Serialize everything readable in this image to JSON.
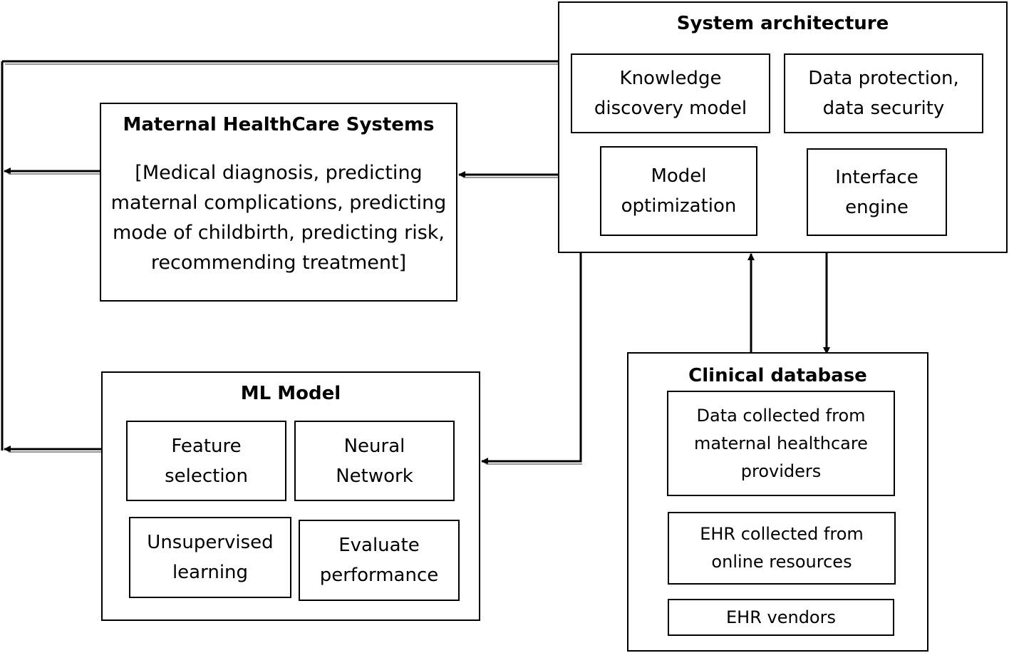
{
  "diagram": {
    "system_architecture": {
      "title": "System architecture",
      "items": [
        "Knowledge\ndiscovery model",
        "Data protection,\ndata security",
        "Model\noptimization",
        "Interface\nengine"
      ]
    },
    "maternal_healthcare": {
      "title": "Maternal HealthCare Systems",
      "description": "[Medical diagnosis, predicting\nmaternal complications, predicting\nmode of childbirth, predicting risk,\nrecommending treatment]"
    },
    "ml_model": {
      "title": "ML Model",
      "items": [
        "Feature\nselection",
        "Neural\nNetwork",
        "Unsupervised\nlearning",
        "Evaluate\nperformance"
      ]
    },
    "clinical_database": {
      "title": "Clinical database",
      "items": [
        "Data collected from\nmaternal healthcare\nproviders",
        "EHR collected from\nonline resources",
        "EHR vendors"
      ]
    }
  },
  "colors": {
    "stroke": "#000000",
    "background": "#ffffff"
  }
}
